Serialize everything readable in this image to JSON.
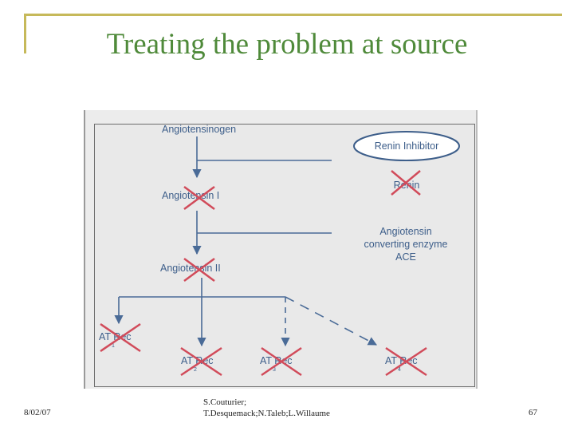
{
  "slide": {
    "title": "Treating the problem at source",
    "footer": {
      "date": "8/02/07",
      "authors_line1": "S.Couturier;",
      "authors_line2": "T.Desquemack;N.Taleb;L.Willaume",
      "page": "67"
    }
  },
  "diagram": {
    "angiotensinogen": "Angiotensinogen",
    "renin_inhibitor": "Renin Inhibitor",
    "renin": "Renin",
    "angiotensin_1": "Angiotensin I",
    "ace_line1": "Angiotensin",
    "ace_line2": "converting enzyme",
    "ace_line3": "ACE",
    "angiotensin_2": "Angiotensin II",
    "receptors": [
      {
        "label": "AT Rec",
        "sub": "1"
      },
      {
        "label": "AT Rec",
        "sub": "2"
      },
      {
        "label": "AT Rec",
        "sub": "3"
      },
      {
        "label": "AT Rec",
        "sub": "4"
      }
    ],
    "colors": {
      "text": "#3d5e8a",
      "line": "#4a6b97",
      "cross": "#d14b5a",
      "title": "#4f8a3a"
    }
  }
}
